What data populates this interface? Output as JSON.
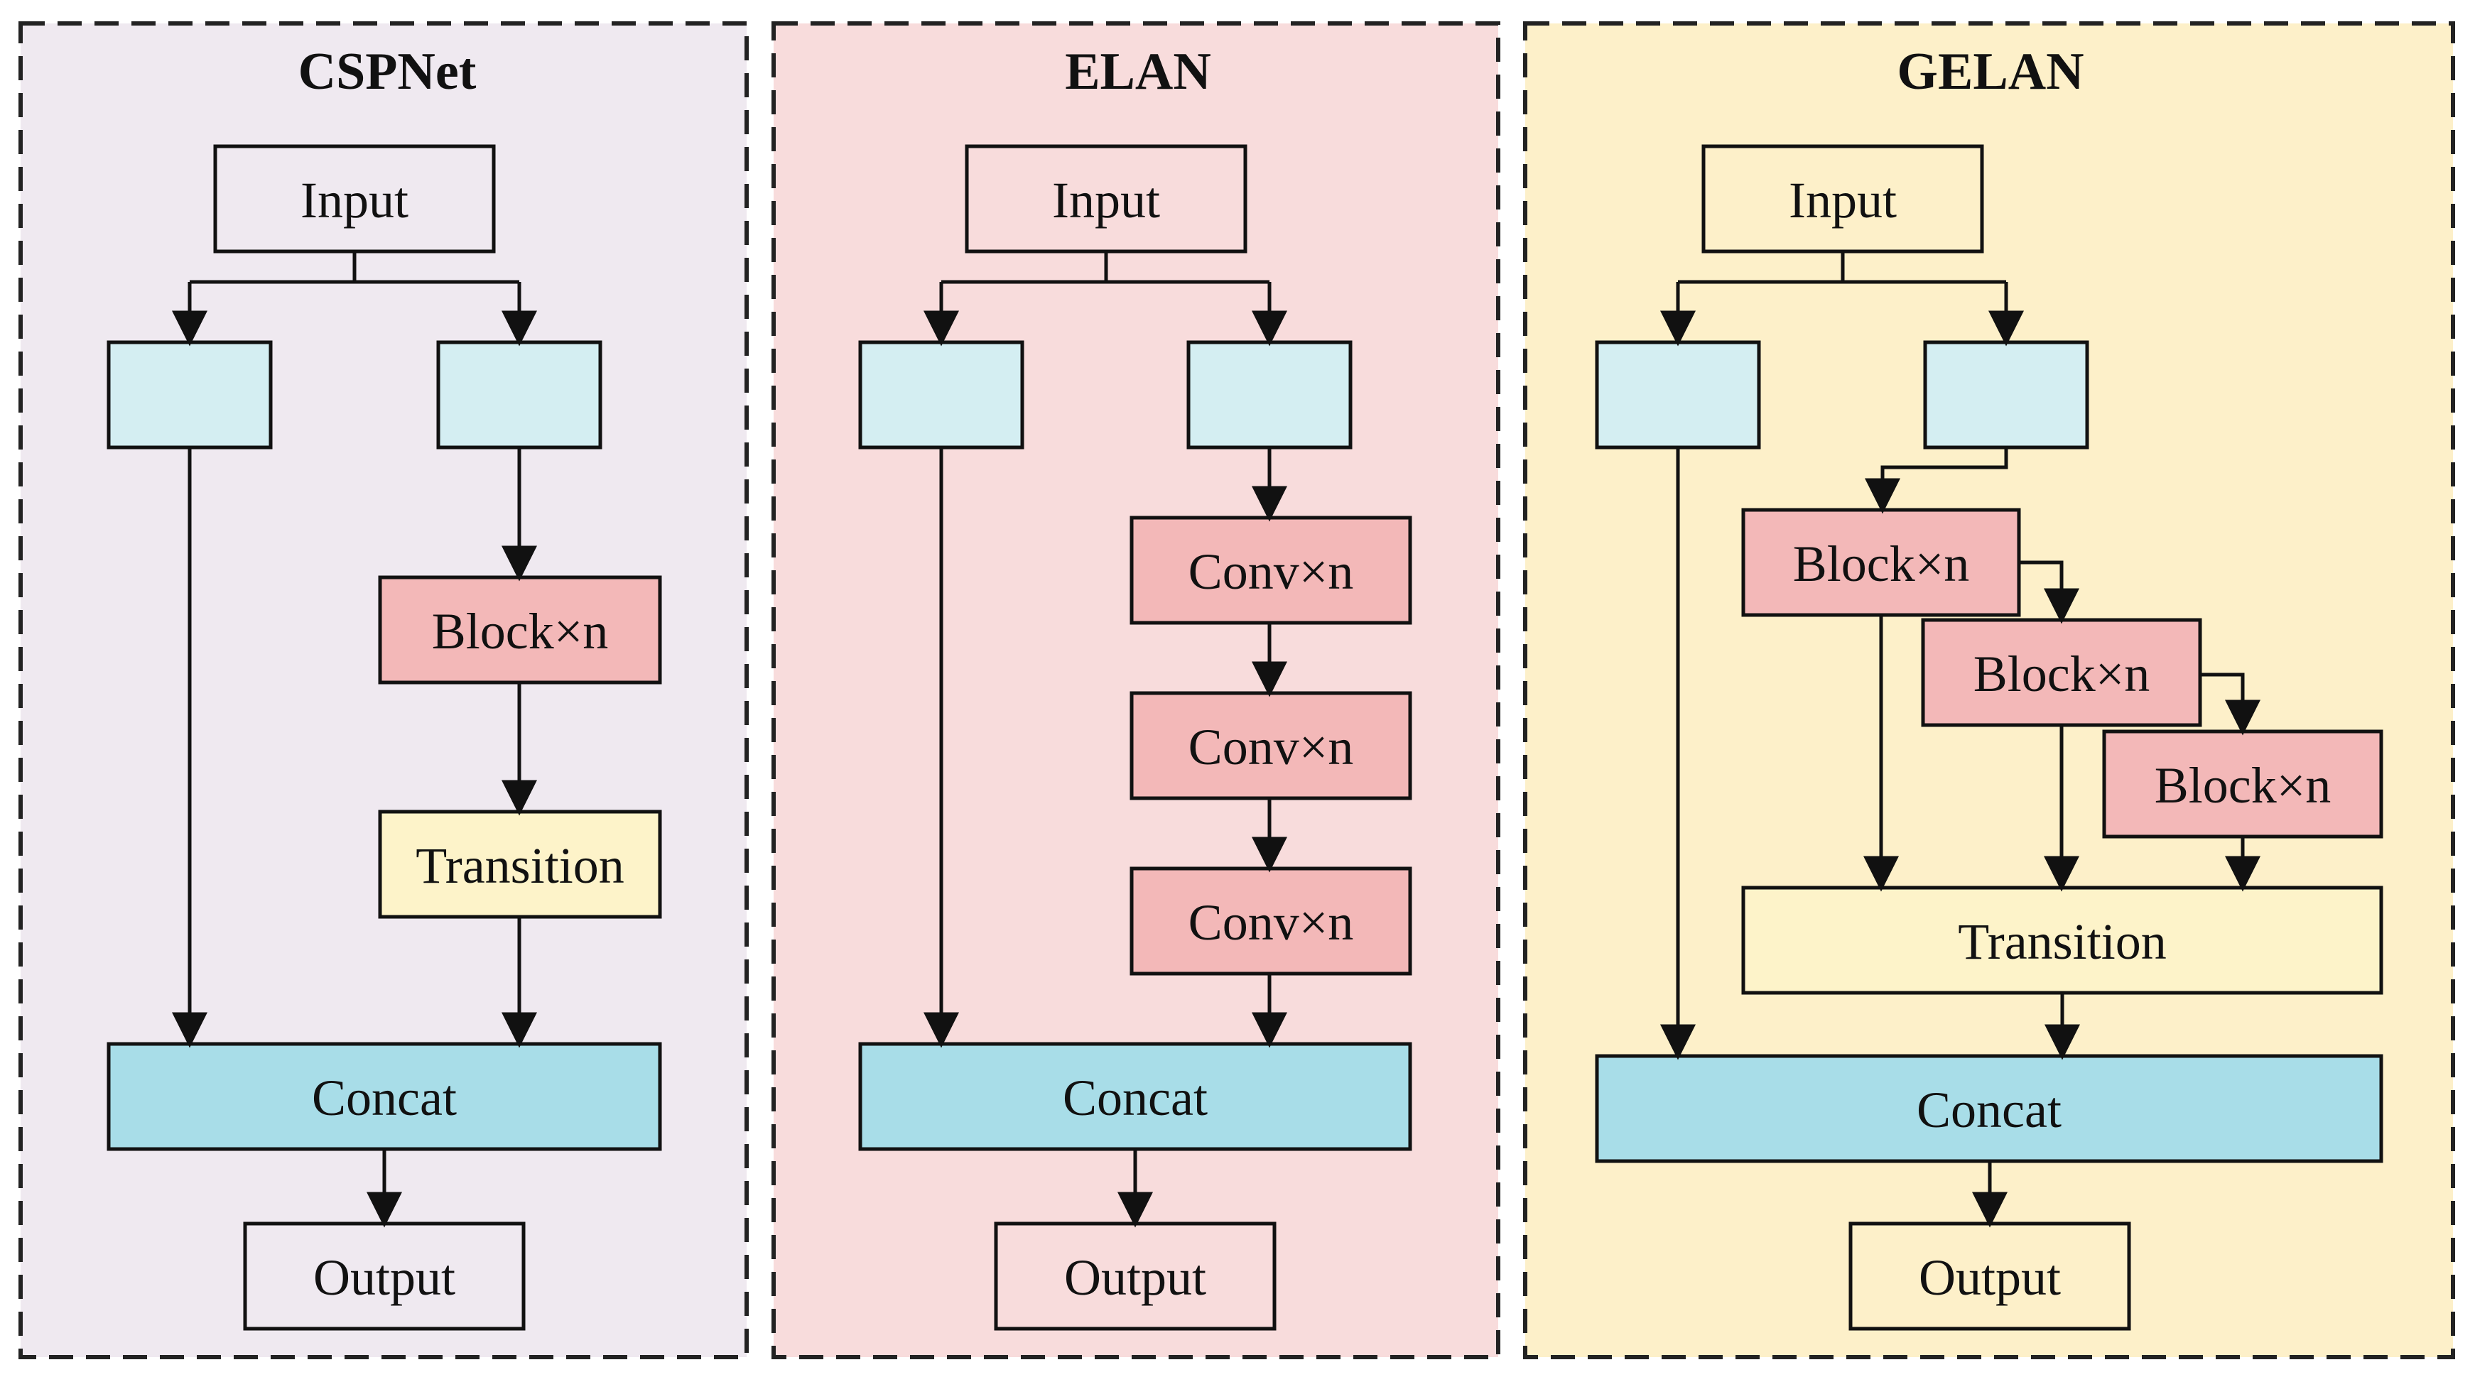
{
  "colors": {
    "cspnet_bg": "#efe9f0",
    "elan_bg": "#f8dcdc",
    "gelan_bg": "#fdf0c9",
    "split_fill": "#d4eef2",
    "block_fill": "#f3b8b8",
    "transition_fill": "#fdf3c9",
    "concat_fill": "#a8dde8",
    "white_fill": "none",
    "stroke": "#111111"
  },
  "panels": [
    {
      "title": "CSPNet",
      "nodes": {
        "input": "Input",
        "block": "Block×n",
        "transition": "Transition",
        "concat": "Concat",
        "output": "Output"
      }
    },
    {
      "title": "ELAN",
      "nodes": {
        "input": "Input",
        "conv1": "Conv×n",
        "conv2": "Conv×n",
        "conv3": "Conv×n",
        "concat": "Concat",
        "output": "Output"
      }
    },
    {
      "title": "GELAN",
      "nodes": {
        "input": "Input",
        "block1": "Block×n",
        "block2": "Block×n",
        "block3": "Block×n",
        "transition": "Transition",
        "concat": "Concat",
        "output": "Output"
      }
    }
  ]
}
